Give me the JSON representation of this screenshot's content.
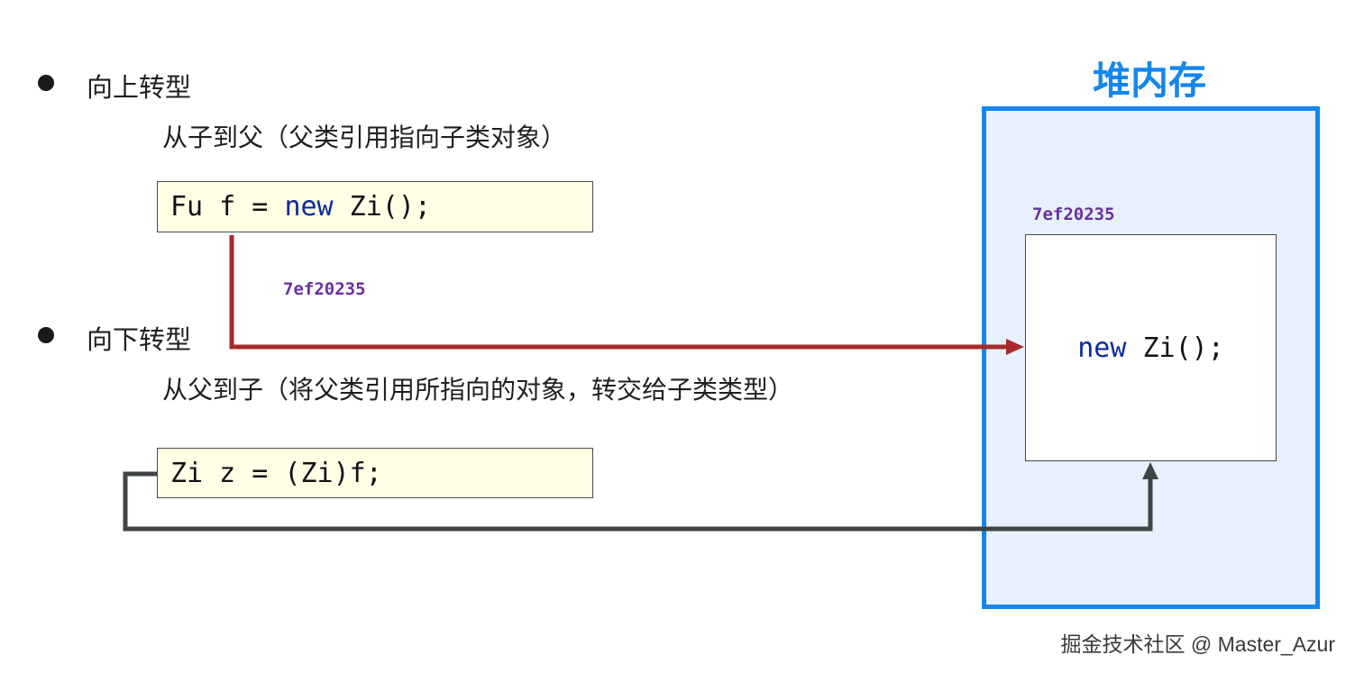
{
  "upcast": {
    "heading": "向上转型",
    "description": "从子到父（父类引用指向子类对象）",
    "code": {
      "type": "Fu",
      "var": " f = ",
      "kw": "new",
      "rest": " Zi();"
    },
    "address": "7ef20235"
  },
  "downcast": {
    "heading": "向下转型",
    "description": "从父到子（将父类引用所指向的对象，转交给子类类型）",
    "code": "Zi z = (Zi)f;"
  },
  "heap": {
    "title": "堆内存",
    "address": "7ef20235",
    "object": {
      "kw": "new",
      "rest": " Zi();"
    }
  },
  "watermark": "掘金技术社区 @ Master_Azur",
  "colors": {
    "heap_border": "#1486ee",
    "heap_fill": "#e6f1fd",
    "code_fill": "#ffffe6",
    "address": "#6b2fa0",
    "upcast_arrow": "#a62a2a",
    "downcast_arrow": "#3f4447"
  }
}
